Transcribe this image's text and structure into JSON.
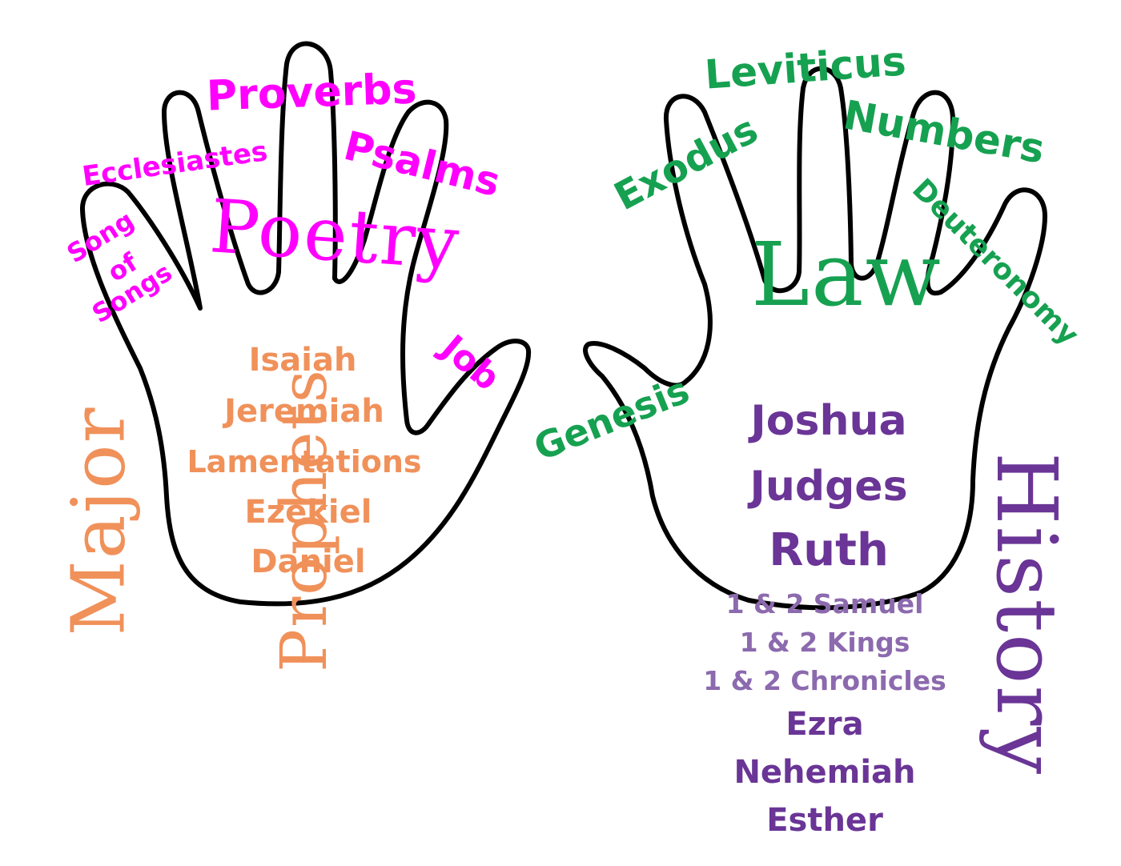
{
  "colors": {
    "poetry": "#ff00ff",
    "prophets": "#f0915a",
    "law": "#16a151",
    "history_dark": "#6a3596",
    "history_light": "#8c6aae",
    "outline": "#000000"
  },
  "poetry": {
    "category": "Poetry",
    "proverbs": "Proverbs",
    "ecclesiastes": "Ecclesiastes",
    "psalms": "Psalms",
    "song": [
      "Song",
      "of",
      "Songs"
    ],
    "job": "Job"
  },
  "prophets": {
    "category_line1": "Major",
    "category_line2": "Prophets",
    "books": [
      "Isaiah",
      "Jeremiah",
      "Lamentations",
      "Ezekiel",
      "Daniel"
    ]
  },
  "law": {
    "category": "Law",
    "genesis": "Genesis",
    "exodus": "Exodus",
    "leviticus": "Leviticus",
    "numbers": "Numbers",
    "deuteronomy": "Deuteronomy"
  },
  "history": {
    "category": "History",
    "books_large": [
      "Joshua",
      "Judges",
      "Ruth"
    ],
    "books_small": [
      "1 & 2 Samuel",
      "1 & 2 Kings",
      "1 & 2 Chronicles"
    ],
    "books_medium": [
      "Ezra",
      "Nehemiah",
      "Esther"
    ]
  }
}
